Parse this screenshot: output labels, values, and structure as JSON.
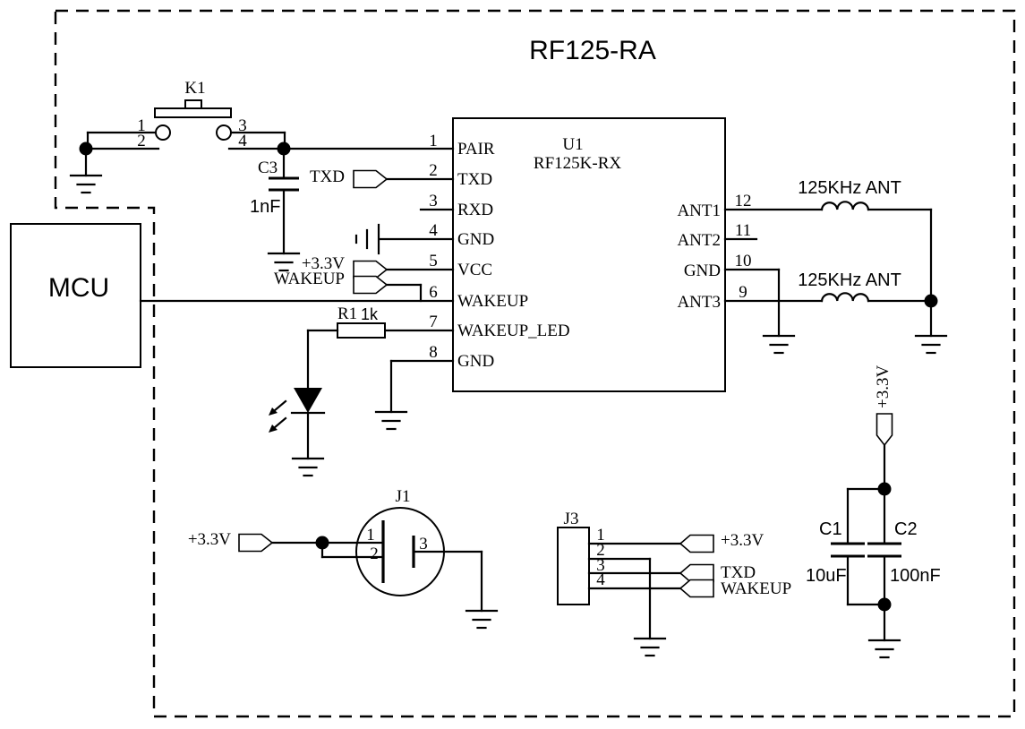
{
  "title": "RF125-RA",
  "mcu": {
    "label": "MCU"
  },
  "u1": {
    "ref": "U1",
    "part": "RF125K-RX",
    "left_pins": [
      {
        "num": "1",
        "name": "PAIR"
      },
      {
        "num": "2",
        "name": "TXD"
      },
      {
        "num": "3",
        "name": "RXD"
      },
      {
        "num": "4",
        "name": "GND"
      },
      {
        "num": "5",
        "name": "VCC"
      },
      {
        "num": "6",
        "name": "WAKEUP"
      },
      {
        "num": "7",
        "name": "WAKEUP_LED"
      },
      {
        "num": "8",
        "name": "GND"
      }
    ],
    "right_pins": [
      {
        "num": "12",
        "name": "ANT1"
      },
      {
        "num": "11",
        "name": "ANT2"
      },
      {
        "num": "10",
        "name": "GND"
      },
      {
        "num": "9",
        "name": "ANT3"
      }
    ]
  },
  "k1": {
    "ref": "K1",
    "pin1": "1",
    "pin2": "2",
    "pin3": "3",
    "pin4": "4"
  },
  "c3": {
    "ref": "C3",
    "value": "1nF"
  },
  "r1": {
    "ref": "R1",
    "value": "1k"
  },
  "c1": {
    "ref": "C1",
    "value": "10uF"
  },
  "c2": {
    "ref": "C2",
    "value": "100nF"
  },
  "antenna": {
    "label1": "125KHz ANT",
    "label2": "125KHz ANT"
  },
  "net_flags": {
    "txd": "TXD",
    "vcc": "+3.3V",
    "wakeup": "WAKEUP",
    "v33_vertical": "+3.3V"
  },
  "j1": {
    "ref": "J1",
    "pin1": "1",
    "pin2": "2",
    "pin3": "3",
    "power": "+3.3V"
  },
  "j3": {
    "ref": "J3",
    "pin1": "1",
    "pin2": "2",
    "pin3": "3",
    "pin4": "4",
    "net1": "+3.3V",
    "net2": "TXD",
    "net3": "WAKEUP"
  }
}
